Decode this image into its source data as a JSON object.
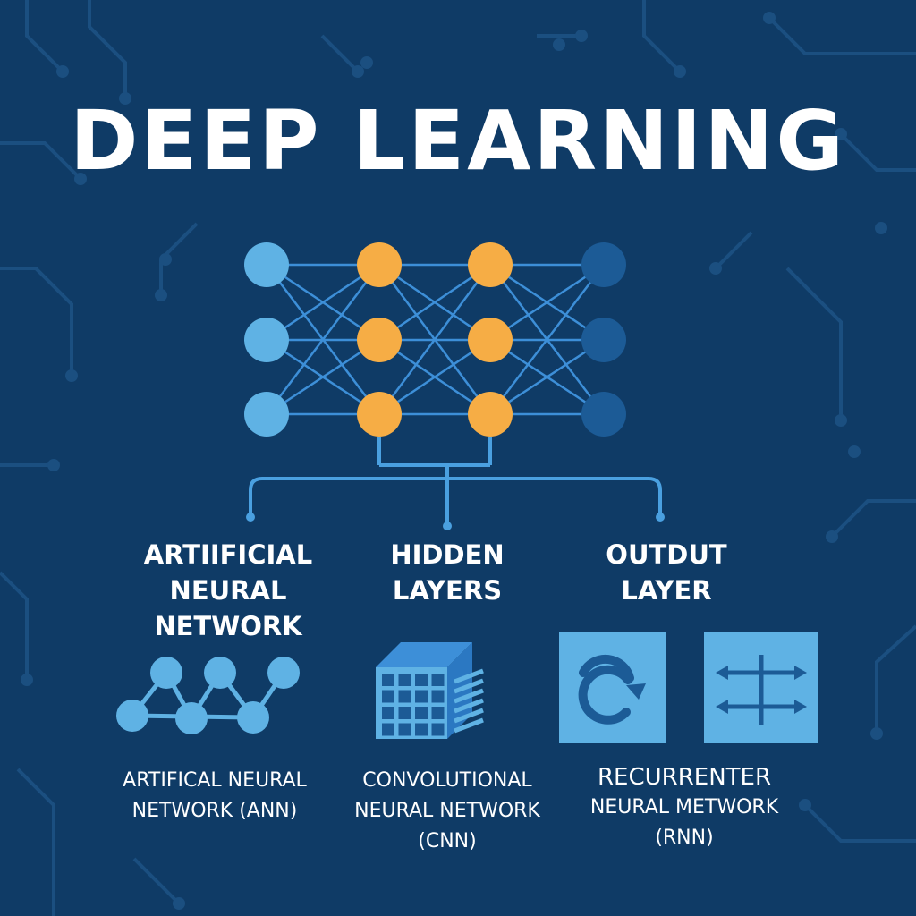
{
  "title": "DEEP LEARNING",
  "colors": {
    "background": "#0f3b66",
    "circuit": "#1b4f80",
    "edge": "#3d8fd8",
    "input_node": "#5fb2e4",
    "hidden_node": "#f6ad45",
    "output_node": "#1c5b96",
    "bracket": "#4aa0e0",
    "icon_fill": "#5fb2e4",
    "icon_dark": "#1c5b96"
  },
  "network": {
    "layers": [
      {
        "role": "input",
        "nodes": 3
      },
      {
        "role": "hidden",
        "nodes": 3
      },
      {
        "role": "hidden",
        "nodes": 3
      },
      {
        "role": "output",
        "nodes": 3
      }
    ]
  },
  "groups": [
    {
      "lines": [
        "ARTIIFICIAL",
        "NEURAL",
        "NETWORK"
      ]
    },
    {
      "lines": [
        "HIDDEN",
        "LAYERS"
      ]
    },
    {
      "lines": [
        "OUTDUT",
        "LAYER"
      ]
    }
  ],
  "captions": [
    {
      "lines": [
        "ARTIFICAL NEURAL",
        "NETWORK (ANN)"
      ]
    },
    {
      "lines": [
        "CONVOLUTIONAL",
        "NEURAL NETWORK",
        "(CNN)"
      ]
    },
    {
      "lines": [
        "RECURRENTER",
        "NEURAL METWORK",
        "(RNN)"
      ]
    }
  ],
  "icons": [
    {
      "name": "ann-graph-icon"
    },
    {
      "name": "cnn-grid-icon"
    },
    {
      "name": "rnn-loop-icon"
    },
    {
      "name": "rnn-arrows-icon"
    }
  ]
}
